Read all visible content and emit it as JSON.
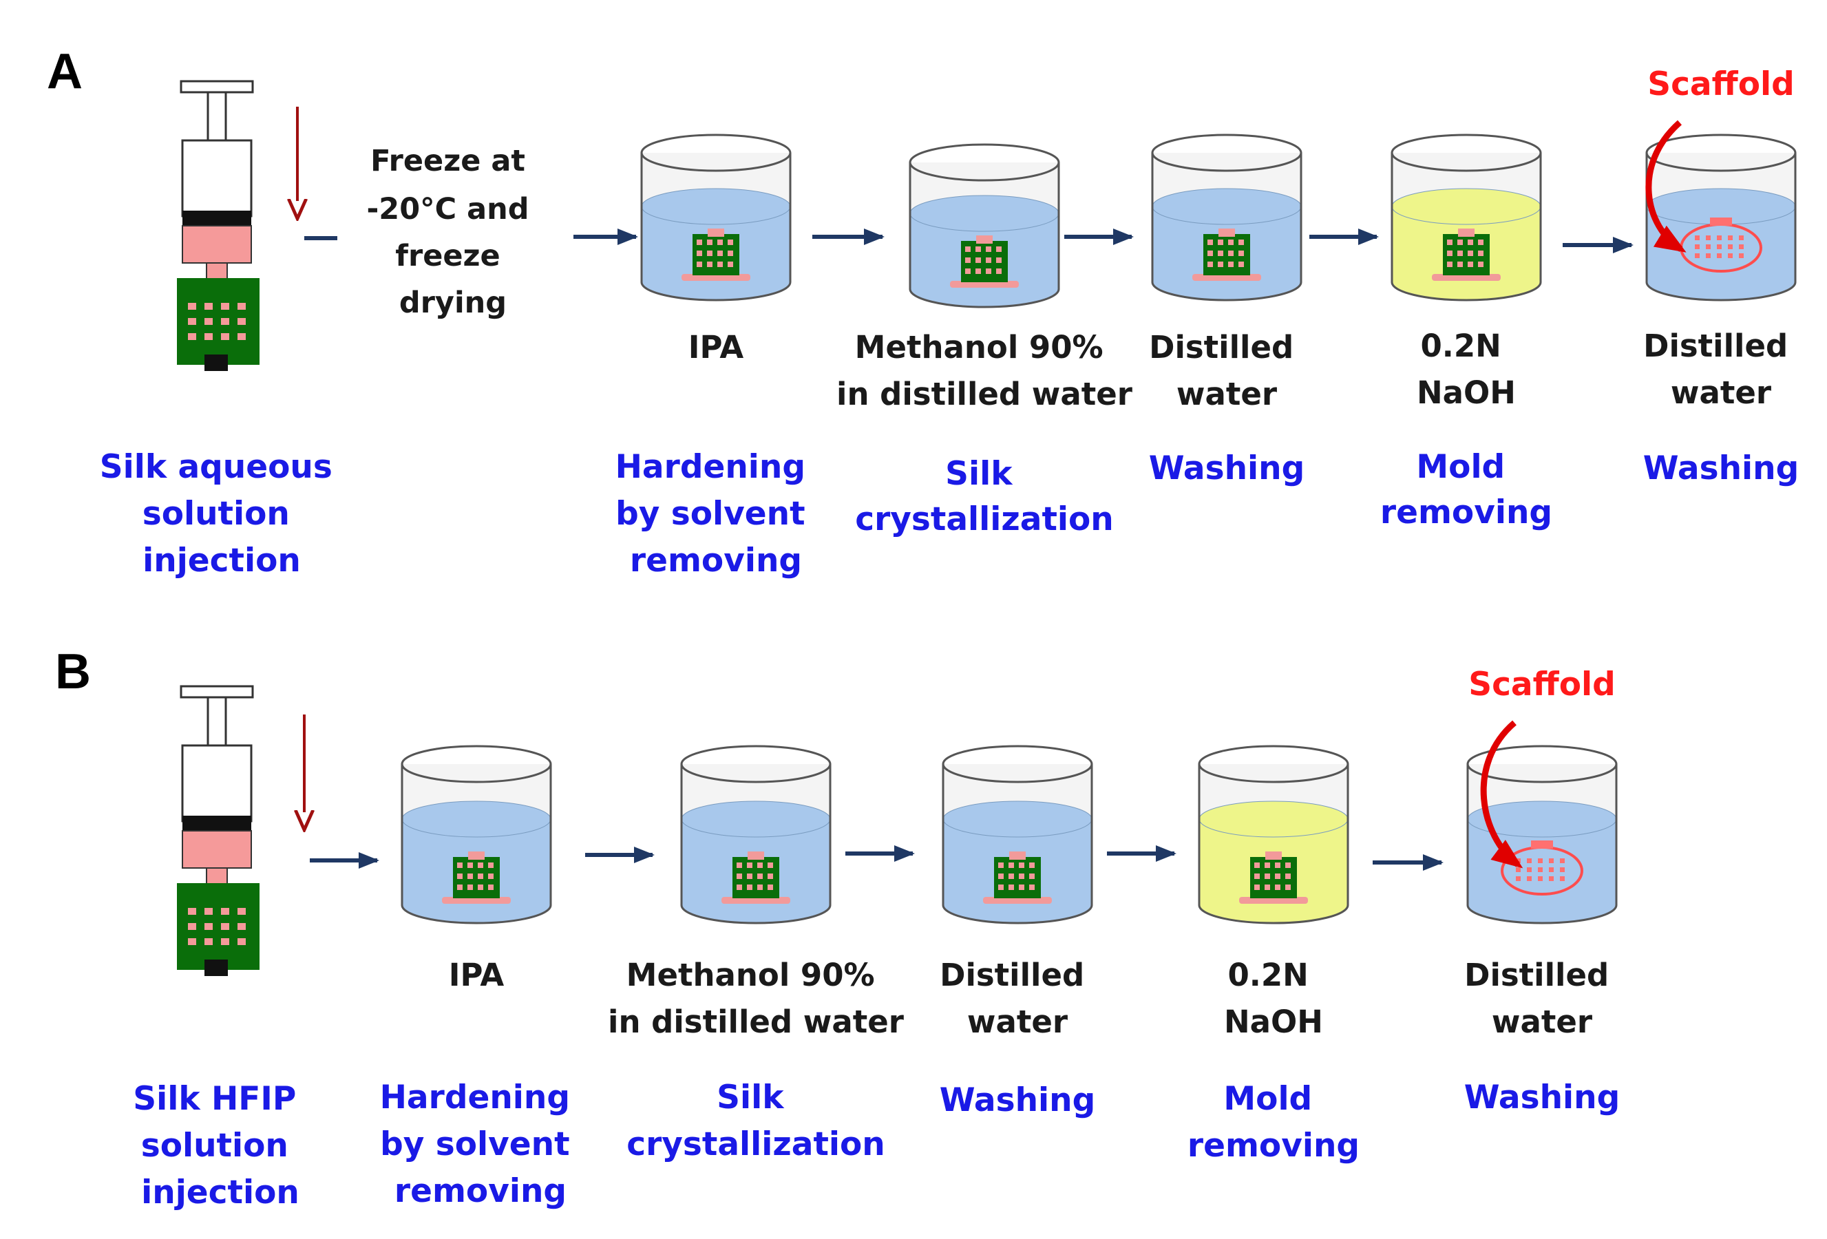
{
  "colors": {
    "step_text": "#1a1ae6",
    "scaffold_text": "#ff1a1a",
    "liquid_water": "#a8c8ec",
    "liquid_naoh": "#eef58a",
    "mold_green": "#0a6e0a",
    "silk_pink": "#f29a9a",
    "arrow": "#1f3864",
    "down_arrow": "#a01010"
  },
  "panel_a": {
    "letter": "A",
    "freeze": [
      "Freeze at",
      "-20°C and",
      "freeze",
      "drying"
    ],
    "injection": [
      "Silk aqueous",
      "solution",
      "injection"
    ],
    "scaffold": "Scaffold",
    "steps": [
      {
        "liquid": [
          "IPA"
        ],
        "step": [
          "Hardening",
          "by solvent",
          "removing"
        ]
      },
      {
        "liquid": [
          "Methanol 90%",
          "in distilled water"
        ],
        "step": [
          "Silk",
          "crystallization"
        ]
      },
      {
        "liquid": [
          "Distilled",
          "water"
        ],
        "step": [
          "Washing"
        ]
      },
      {
        "liquid": [
          "0.2N",
          "NaOH"
        ],
        "step": [
          "Mold",
          "removing"
        ]
      },
      {
        "liquid": [
          "Distilled",
          "water"
        ],
        "step": [
          "Washing"
        ]
      }
    ]
  },
  "panel_b": {
    "letter": "B",
    "injection": [
      "Silk HFIP",
      "solution",
      "injection"
    ],
    "scaffold": "Scaffold",
    "steps": [
      {
        "liquid": [
          "IPA"
        ],
        "step": [
          "Hardening",
          "by solvent",
          "removing"
        ]
      },
      {
        "liquid": [
          "Methanol 90%",
          "in distilled water"
        ],
        "step": [
          "Silk",
          "crystallization"
        ]
      },
      {
        "liquid": [
          "Distilled",
          "water"
        ],
        "step": [
          "Washing"
        ]
      },
      {
        "liquid": [
          "0.2N",
          "NaOH"
        ],
        "step": [
          "Mold",
          "removing"
        ]
      },
      {
        "liquid": [
          "Distilled",
          "water"
        ],
        "step": [
          "Washing"
        ]
      }
    ]
  }
}
